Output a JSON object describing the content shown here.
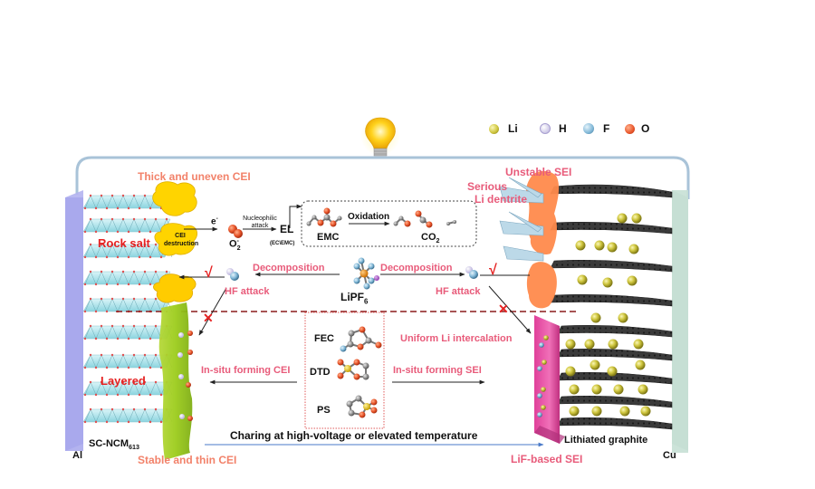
{
  "legend": {
    "items": [
      {
        "label": "Li",
        "color": "#c9c03a"
      },
      {
        "label": "H",
        "color": "#d9d2f0"
      },
      {
        "label": "F",
        "color": "#7fb6d6"
      },
      {
        "label": "O",
        "color": "#e8552a"
      }
    ]
  },
  "cathode": {
    "current_collector": "Al",
    "material": "SC-NCM",
    "material_sub": "613",
    "top_phase": "Rock salt",
    "bottom_phase": "Layered",
    "top_cei_label": "Thick and uneven CEI",
    "bottom_cei_label": "Stable and thin CEI",
    "cei_destruction": [
      "CEI",
      "destruction"
    ]
  },
  "anode": {
    "current_collector": "Cu",
    "material": "Lithiated graphite",
    "top_sei_label": "Unstable SEI",
    "dendrite_label": [
      "Serious",
      "Li dentrite"
    ],
    "bottom_sei_label": "LiF-based SEI",
    "intercalation_label": "Uniform Li intercalation"
  },
  "oxidation": {
    "electron": "e",
    "electron_sup": "-",
    "superoxide": "O",
    "superoxide_sub": "2",
    "superoxide_sup": "-",
    "attack": [
      "Nucleophilic",
      "attack"
    ],
    "electrolyte": "EL",
    "electrolyte_sub": "(EC\\EMC)",
    "reactant": "EMC",
    "process": "Oxidation",
    "product": "CO",
    "product_sub": "2"
  },
  "salt": {
    "name": "LiPF",
    "name_sub": "6",
    "left_arrow_label": "Decomposition",
    "right_arrow_label": "Decomposition",
    "left_attack": "HF attack",
    "right_attack": "HF attack"
  },
  "additives": {
    "items": [
      "FEC",
      "DTD",
      "PS"
    ],
    "left_label": "In-situ forming CEI",
    "right_label": "In-situ forming SEI"
  },
  "condition": "Charing at high-voltage or elevated temperature",
  "marks": {
    "check": "√",
    "cross": "✕"
  }
}
